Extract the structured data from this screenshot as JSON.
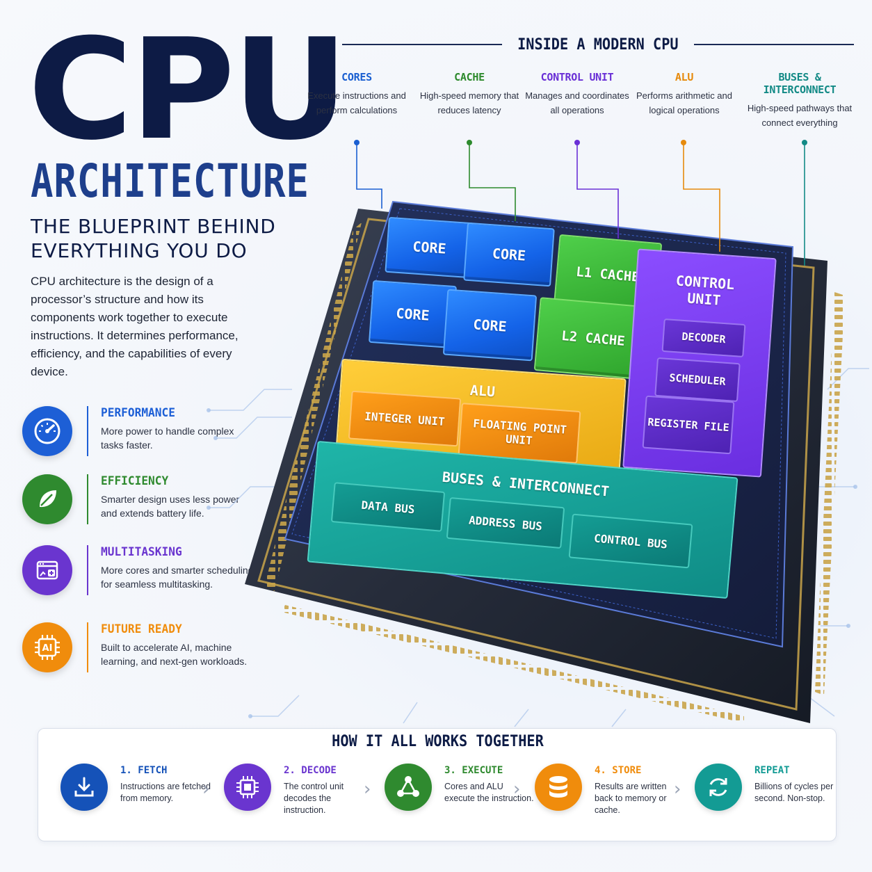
{
  "title": {
    "main": "CPU",
    "sub": "ARCHITECTURE",
    "tagline": "THE BLUEPRINT BEHIND EVERYTHING YOU DO"
  },
  "intro": "CPU architecture is the design of a processor’s structure and how its components work together to execute instructions. It determines performance, efficiency, and the capabilities of every device.",
  "features": [
    {
      "title": "PERFORMANCE",
      "text": "More power to handle complex tasks faster.",
      "icon": "speedometer-icon",
      "color": "#1d5fd6"
    },
    {
      "title": "EFFICIENCY",
      "text": "Smarter design uses less power and extends battery life.",
      "icon": "leaf-icon",
      "color": "#2f8a2f"
    },
    {
      "title": "MULTITASKING",
      "text": "More cores and smarter scheduling for seamless multitasking.",
      "icon": "windows-icon",
      "color": "#6a35cf"
    },
    {
      "title": "FUTURE READY",
      "text": "Built to accelerate AI, machine learning, and next-gen workloads.",
      "icon": "ai-chip-icon",
      "icon_label": "AI",
      "color": "#f08c0c"
    }
  ],
  "inside": {
    "title": "INSIDE A MODERN CPU",
    "components": [
      {
        "title": "CORES",
        "text": "Execute instructions and perform calculations",
        "color": "#1a5fd1"
      },
      {
        "title": "CACHE",
        "text": "High-speed memory that reduces latency",
        "color": "#2d8a2d"
      },
      {
        "title": "CONTROL UNIT",
        "text": "Manages and coordinates all operations",
        "color": "#6a30d6"
      },
      {
        "title": "ALU",
        "text": "Performs arithmetic and logical operations",
        "color": "#e68a0c"
      },
      {
        "title": "BUSES & INTERCONNECT",
        "text": "High-speed pathways that connect everything",
        "color": "#138a86"
      }
    ]
  },
  "chip": {
    "cores": [
      "CORE",
      "CORE",
      "CORE",
      "CORE"
    ],
    "l1": "L1 CACHE",
    "l2": "L2 CACHE",
    "control_unit": "CONTROL UNIT",
    "decoder": "DECODER",
    "scheduler": "SCHEDULER",
    "register_file": "REGISTER FILE",
    "alu": "ALU",
    "integer_unit": "INTEGER UNIT",
    "floating_point_unit": "FLOATING POINT UNIT",
    "buses": "BUSES & INTERCONNECT",
    "data_bus": "DATA BUS",
    "address_bus": "ADDRESS BUS",
    "control_bus": "CONTROL BUS"
  },
  "how": {
    "title": "HOW IT ALL WORKS TOGETHER",
    "steps": [
      {
        "title": "1. FETCH",
        "text": "Instructions are fetched from memory.",
        "icon": "download-icon",
        "color": "#1552b8"
      },
      {
        "title": "2. DECODE",
        "text": "The control unit decodes the instruction.",
        "icon": "chip-icon",
        "color": "#6a35cf"
      },
      {
        "title": "3. EXECUTE",
        "text": "Cores and ALU execute the instruction.",
        "icon": "network-icon",
        "color": "#2f8a2f"
      },
      {
        "title": "4. STORE",
        "text": "Results are written back to memory or cache.",
        "icon": "database-icon",
        "color": "#f08c0c"
      },
      {
        "title": "REPEAT",
        "text": "Billions of cycles per second. Non-stop.",
        "icon": "refresh-icon",
        "color": "#139b94"
      }
    ]
  }
}
